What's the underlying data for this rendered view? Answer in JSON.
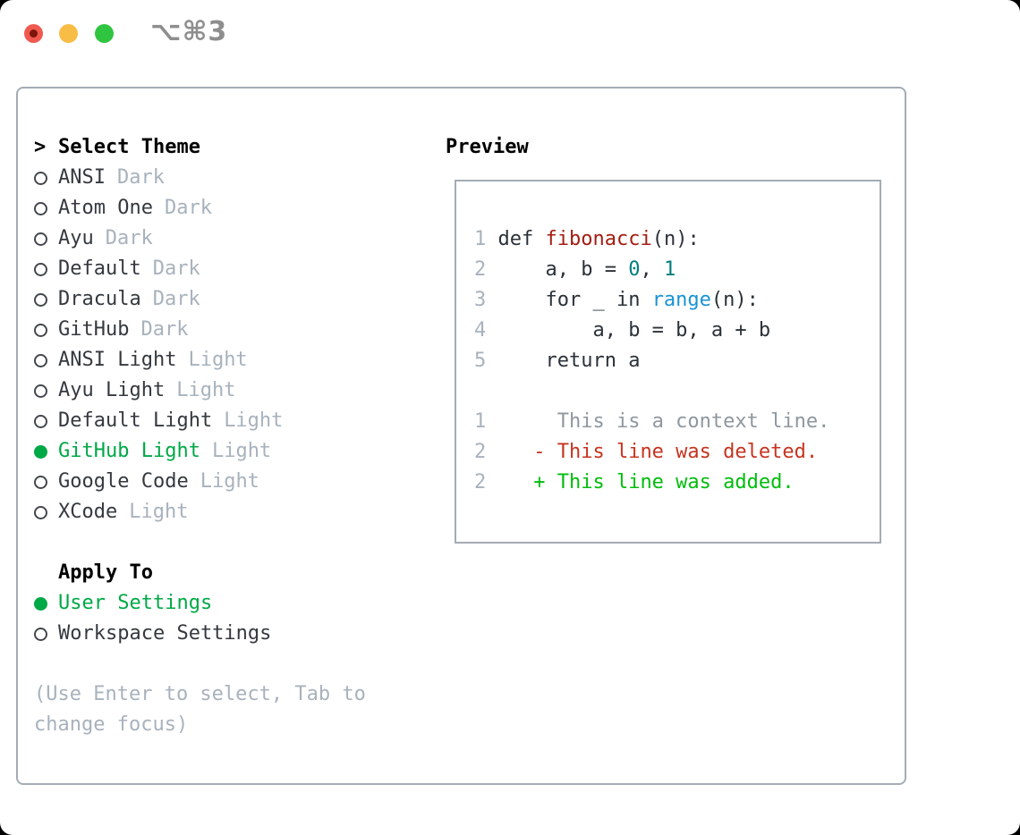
{
  "window": {
    "shortcut": "⌥⌘3"
  },
  "theme_picker": {
    "title_prefix": ">",
    "title": "Select Theme",
    "items": [
      {
        "name": "ANSI",
        "tag": "Dark",
        "selected": false
      },
      {
        "name": "Atom One",
        "tag": "Dark",
        "selected": false
      },
      {
        "name": "Ayu",
        "tag": "Dark",
        "selected": false
      },
      {
        "name": "Default",
        "tag": "Dark",
        "selected": false
      },
      {
        "name": "Dracula",
        "tag": "Dark",
        "selected": false
      },
      {
        "name": "GitHub",
        "tag": "Dark",
        "selected": false
      },
      {
        "name": "ANSI Light",
        "tag": "Light",
        "selected": false
      },
      {
        "name": "Ayu Light",
        "tag": "Light",
        "selected": false
      },
      {
        "name": "Default Light",
        "tag": "Light",
        "selected": false
      },
      {
        "name": "GitHub Light",
        "tag": "Light",
        "selected": true
      },
      {
        "name": "Google Code",
        "tag": "Light",
        "selected": false
      },
      {
        "name": "XCode",
        "tag": "Light",
        "selected": false
      }
    ],
    "apply_to": {
      "title": "Apply To",
      "options": [
        {
          "name": "User Settings",
          "selected": true
        },
        {
          "name": "Workspace Settings",
          "selected": false
        }
      ]
    },
    "hint": "(Use Enter to select, Tab to change focus)"
  },
  "preview": {
    "title": "Preview",
    "code_lines": [
      {
        "kind": "code-line",
        "num": "1",
        "tokens": [
          {
            "t": "def ",
            "c": "code"
          },
          {
            "t": "fibonacci",
            "c": "func"
          },
          {
            "t": "(n):",
            "c": "code"
          }
        ]
      },
      {
        "kind": "code-line",
        "num": "2",
        "tokens": [
          {
            "t": "    a, b = ",
            "c": "code"
          },
          {
            "t": "0",
            "c": "num"
          },
          {
            "t": ", ",
            "c": "code"
          },
          {
            "t": "1",
            "c": "num"
          }
        ]
      },
      {
        "kind": "code-line",
        "num": "3",
        "tokens": [
          {
            "t": "    for _ in ",
            "c": "code"
          },
          {
            "t": "range",
            "c": "builtin"
          },
          {
            "t": "(n):",
            "c": "code"
          }
        ]
      },
      {
        "kind": "code-line",
        "num": "4",
        "tokens": [
          {
            "t": "        a, b = b, a + b",
            "c": "code"
          }
        ]
      },
      {
        "kind": "code-line",
        "num": "5",
        "tokens": [
          {
            "t": "    return a",
            "c": "code"
          }
        ]
      },
      {
        "kind": "blank-line",
        "num": "",
        "tokens": []
      },
      {
        "kind": "diff-context-line",
        "num": "1",
        "tokens": [
          {
            "t": "     This is a context line.",
            "c": "context"
          }
        ]
      },
      {
        "kind": "diff-deleted-line",
        "num": "2",
        "tokens": [
          {
            "t": "   - This line was deleted.",
            "c": "del"
          }
        ]
      },
      {
        "kind": "diff-added-line",
        "num": "2",
        "tokens": [
          {
            "t": "   + This line was added.",
            "c": "add"
          }
        ]
      }
    ]
  },
  "colors": {
    "accent_green": "#00a846",
    "added_green": "#00bd0c",
    "deleted_red": "#c6341f",
    "function_red": "#a31d12",
    "number_teal": "#007d80",
    "builtin_blue": "#1a93d5",
    "code_default": "#2b3138",
    "context_gray": "#8f979f",
    "item_text": "#35393f",
    "muted_gray": "#a8b2bd",
    "linenum_gray": "#a8b2bd",
    "ring_gray": "#44484e",
    "border_gray": "#a4acb5",
    "shortcut_gray": "#8e8e8e",
    "traffic_red": "#f0594e",
    "traffic_red_dot": "#7c150c",
    "traffic_yellow": "#f7bd45",
    "traffic_green": "#2fc540"
  }
}
